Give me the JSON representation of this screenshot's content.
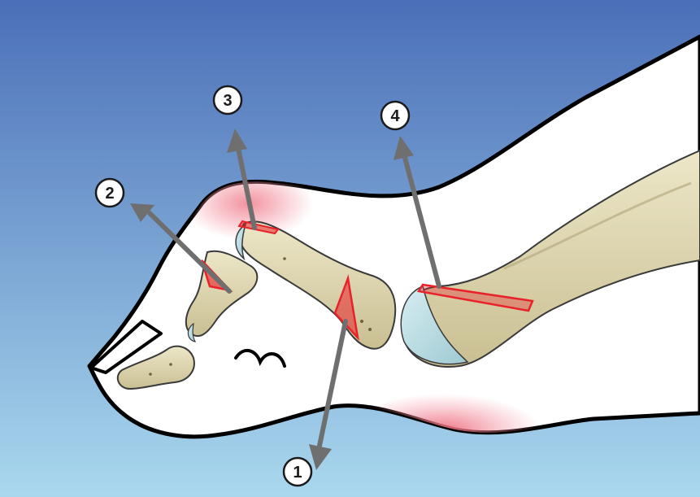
{
  "colors": {
    "background_top": "#4b6fb8",
    "background_bottom": "#a9d8ee",
    "skin": "#ffffff",
    "outline": "#000000",
    "bone_fill": "#e3dcb8",
    "bone_shadow": "#b8ad82",
    "cartilage": "#bfe0e6",
    "pressure_pink": "#f28c9a",
    "osteotomy_red": "#e8222a",
    "arrow_gray": "#6f6f6f",
    "marker_fill": "#ffffff"
  },
  "markers": [
    {
      "id": "1",
      "label": "1"
    },
    {
      "id": "2",
      "label": "2"
    },
    {
      "id": "3",
      "label": "3"
    },
    {
      "id": "4",
      "label": "4"
    }
  ],
  "icons": {
    "arrow": "arrow-icon",
    "marker": "numbered-circle-icon"
  }
}
